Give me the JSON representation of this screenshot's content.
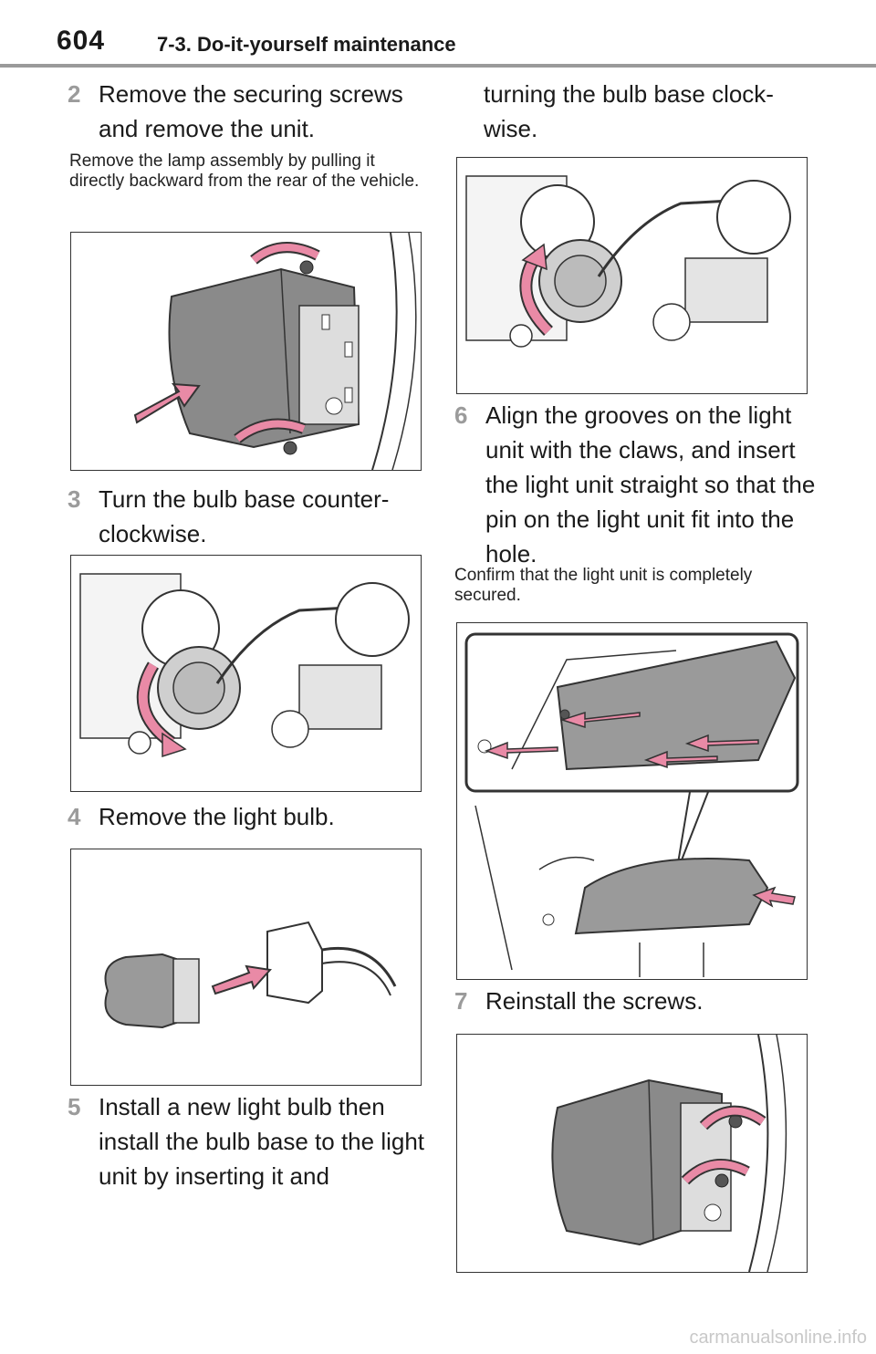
{
  "header": {
    "page_number": "604",
    "section": "7-3. Do-it-yourself maintenance"
  },
  "steps": [
    {
      "num": "2",
      "text": "Remove the securing screws and remove the unit."
    },
    {
      "num": "3",
      "text": "Turn the bulb base counter-clockwise."
    },
    {
      "num": "4",
      "text": "Remove the light bulb."
    },
    {
      "num": "5",
      "text": "Install a new light bulb then install the bulb base to the light unit by inserting it and"
    },
    {
      "num": "6",
      "text": "Align the grooves on the light unit with the claws, and insert the light unit straight so that the pin on the light unit fit into the hole."
    },
    {
      "num": "7",
      "text": "Reinstall the screws."
    }
  ],
  "step5_continued": "turning the bulb base clock-wise.",
  "notes": {
    "step2": "Remove the lamp assembly by pulling it directly backward from the rear of the vehicle.",
    "step6": "Confirm that the light unit is completely secured."
  },
  "watermark": "carmanualsonline.info",
  "colors": {
    "arrow_pink": "#e98aa6",
    "arrow_stroke": "#333333",
    "lamp_gray": "#8a8a8a",
    "rule_gray": "#9a9a9a",
    "step_num_gray": "#9b9b9b"
  }
}
